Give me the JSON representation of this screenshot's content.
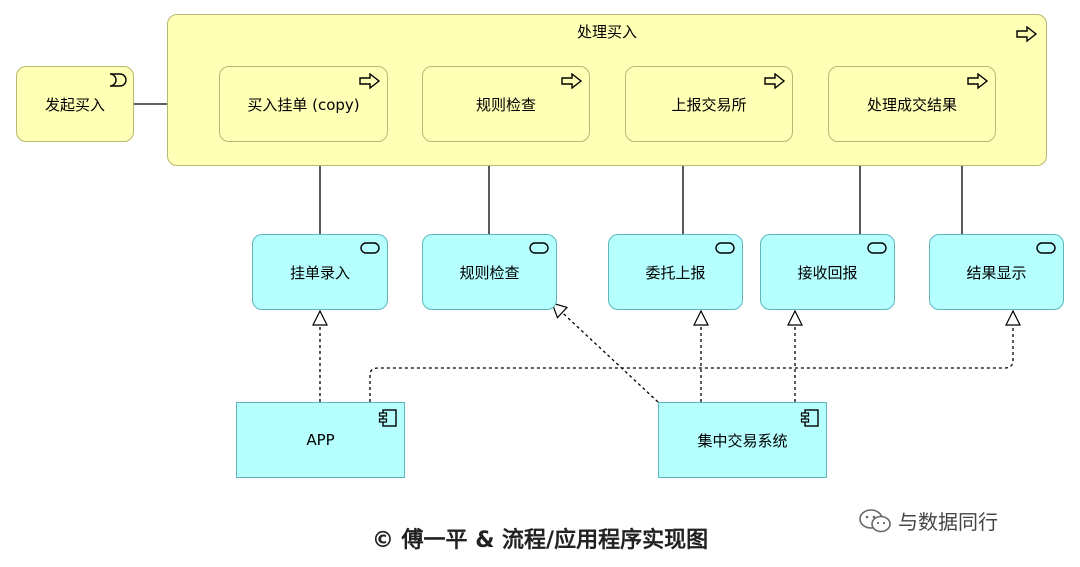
{
  "container": {
    "title": "处理买入"
  },
  "trigger": {
    "label": "发起买入"
  },
  "processes": [
    {
      "label": "买入挂单 (copy)"
    },
    {
      "label": "规则检查"
    },
    {
      "label": "上报交易所"
    },
    {
      "label": "处理成交结果"
    }
  ],
  "services": [
    {
      "label": "挂单录入"
    },
    {
      "label": "规则检查"
    },
    {
      "label": "委托上报"
    },
    {
      "label": "接收回报"
    },
    {
      "label": "结果显示"
    }
  ],
  "components": [
    {
      "label": "APP"
    },
    {
      "label": "集中交易系统"
    }
  ],
  "caption": "© 傅一平 & 流程/应用程序实现图",
  "watermark": "与数据同行",
  "colors": {
    "business_fill": "#ffffb5",
    "application_fill": "#b5ffff"
  }
}
